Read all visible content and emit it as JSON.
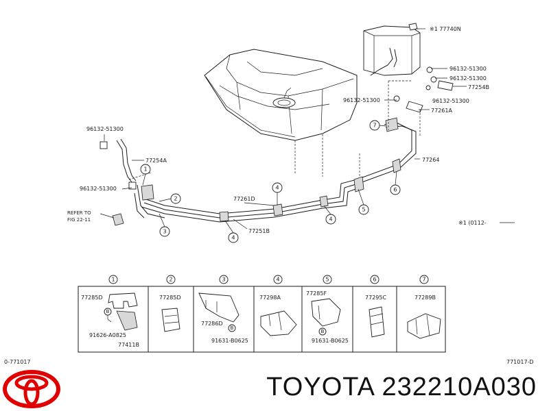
{
  "brand": "TOYOTA",
  "part_number": "232210A030",
  "footer_title": "TOYOTA 232210A030",
  "logo_icon": "toyota-logo-icon",
  "brand_color": "#e00000",
  "labels": {
    "l77740n": "※1 77740N",
    "l96132_a": "96132-51300",
    "l96132_b": "96132-51300",
    "l77254b": "77254B",
    "l96132_c": "96132-51300",
    "l96132_d": "96132-51300",
    "l77261a": "77261A",
    "l96132_e": "96132-51300",
    "l77254a": "77254A",
    "l77264": "77264",
    "l96132_f": "96132-51300",
    "l77261d": "77261D",
    "l77251b": "77251B",
    "refer1": "REFER TO",
    "refer2": "FIG 22-11",
    "note1": "※1 (0112-",
    "code_left": "0-771017",
    "code_right": "771017-D"
  },
  "callouts": [
    "1",
    "2",
    "3",
    "4",
    "5",
    "6",
    "7"
  ],
  "detail_panels": [
    {
      "num": "1",
      "part": "77285D",
      "sub_a": "B",
      "sub_b": "91626-A0825",
      "sub_c": "77411B"
    },
    {
      "num": "2",
      "part": "77285D"
    },
    {
      "num": "3",
      "part": "77286D",
      "sub_a": "B",
      "sub_b": "91631-B0625"
    },
    {
      "num": "4",
      "part": "77298A"
    },
    {
      "num": "5",
      "part": "77285F",
      "sub_a": "B",
      "sub_b": "91631-B0625"
    },
    {
      "num": "6",
      "part": "77295C"
    },
    {
      "num": "7",
      "part": "77289B"
    }
  ]
}
